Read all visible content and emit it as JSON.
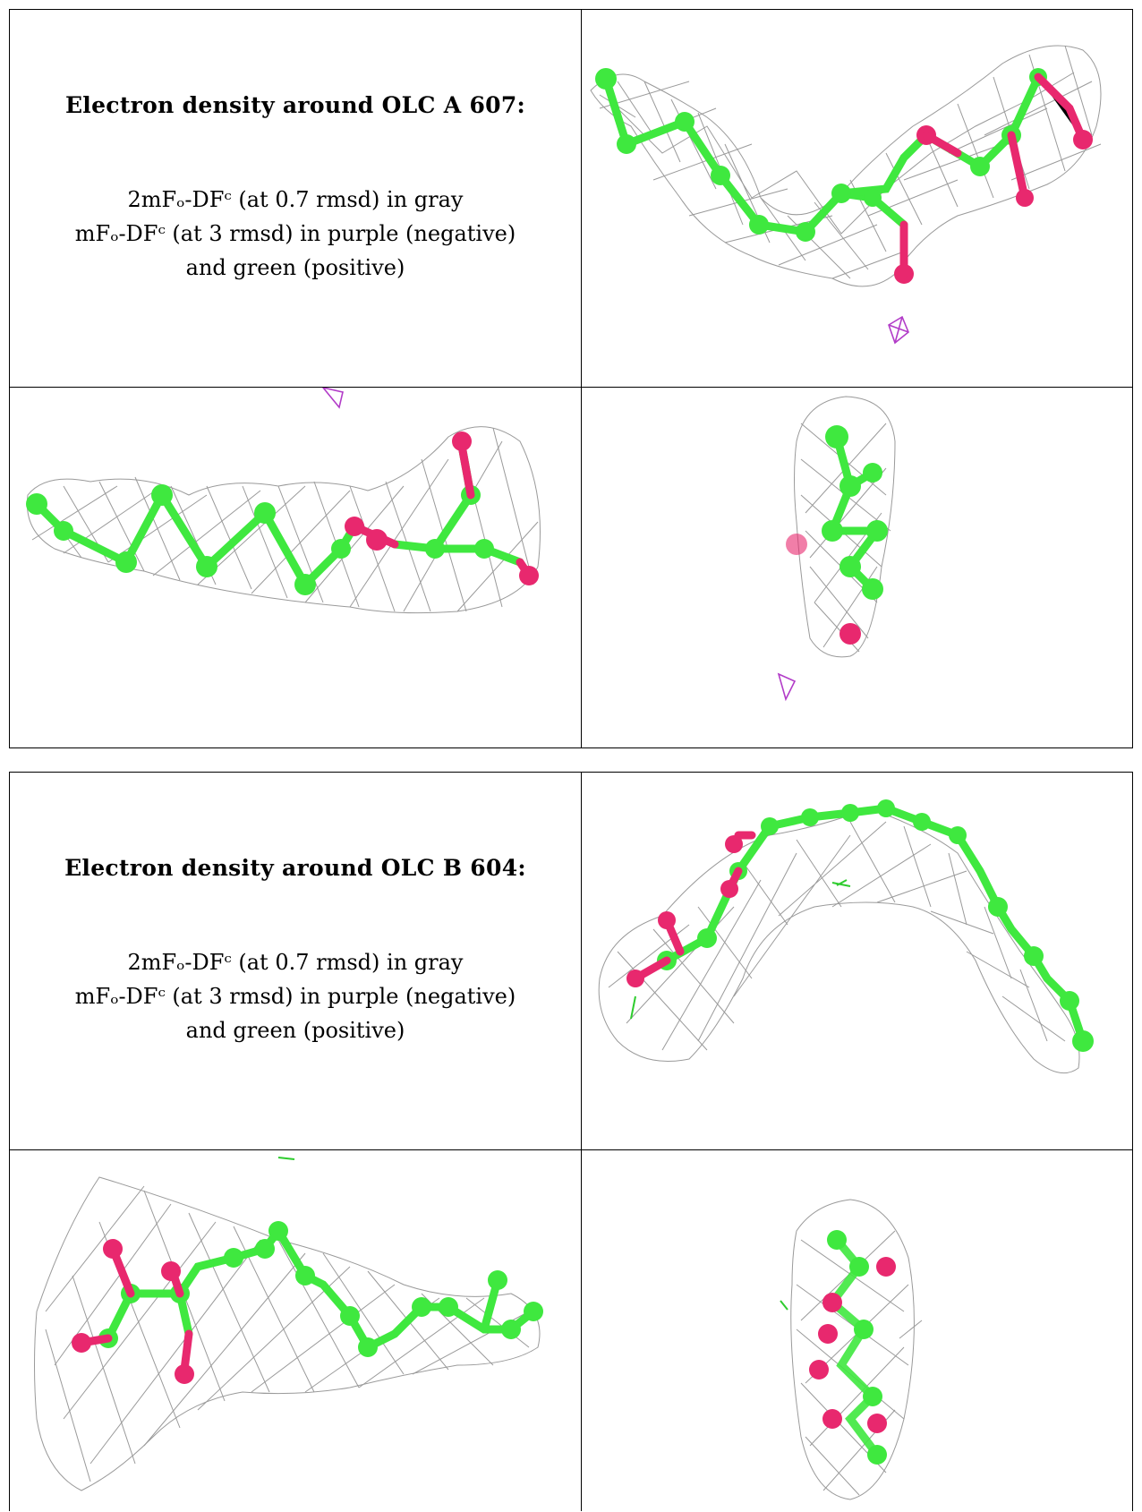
{
  "panels": [
    {
      "title": "Electron density around OLC A 607:",
      "line1": "2mFₒ-DFᶜ (at 0.7 rmsd) in gray",
      "line2": "mFₒ-DFᶜ (at 3 rmsd) in purple (negative)",
      "line3": "and green (positive)"
    },
    {
      "title": "Electron density around OLC B 604:",
      "line1": "2mFₒ-DFᶜ (at 0.7 rmsd) in gray",
      "line2": "mFₒ-DFᶜ (at 3 rmsd) in purple (negative)",
      "line3": "and green (positive)"
    }
  ],
  "colors": {
    "carbon": "#3fe83f",
    "oxygen": "#e8286e",
    "mesh": "#8a8a8a",
    "negative_density": "#b23cc8",
    "positive_density": "#2ecc2e"
  }
}
